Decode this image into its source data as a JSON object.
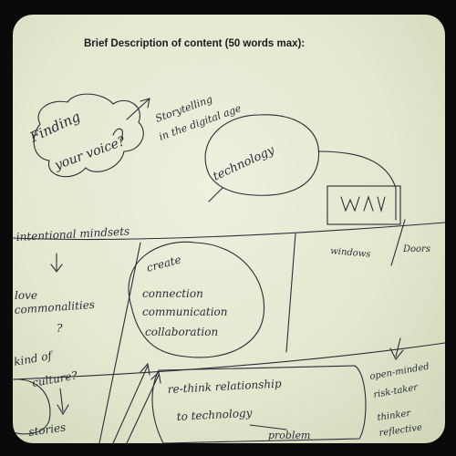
{
  "heading": "Brief Description of content (50 words max):",
  "notes": {
    "finding": "Finding",
    "your_voice": "your voice?",
    "storytelling": "Storytelling",
    "in_the_digital_age": "in the digital age",
    "technology": "technology",
    "intentional": "intentional mindsets",
    "windows": "windows",
    "doors": "Doors",
    "love": "love",
    "commonalities": "commonalities",
    "create": "create",
    "connection": "connection",
    "communication": "communication",
    "collaboration": "collaboration",
    "kind_of": "kind of",
    "culture": "culture?",
    "stories": "stories",
    "rethink": "re-think relationship",
    "to_technology": "to technology",
    "problem": "problem",
    "open_minded": "open-minded",
    "risk_taker": "risk-taker",
    "thinker": "thinker",
    "reflective": "reflective"
  }
}
